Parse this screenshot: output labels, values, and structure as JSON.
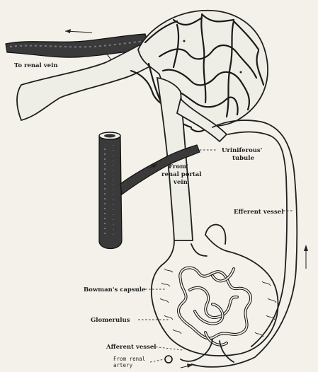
{
  "labels": {
    "to_renal_vein": "To renal vein",
    "uriniferous_tubule_1": "Uriniferous'",
    "uriniferous_tubule_2": "tubule",
    "from_renal_portal_1": "From'",
    "from_renal_portal_2": "renal portal",
    "from_renal_portal_3": "vein",
    "efferent_vessel": "Efferent vessel",
    "bowmans_capsule": "Bowman's capsule",
    "glomerulus": "Glomerulus",
    "afferent_vessel": "Afferent vessel",
    "from_renal_artery_1": "From renal",
    "from_renal_artery_2": "artery"
  },
  "colors": {
    "background": "#f3f1e9",
    "ink": "#1e1e1e",
    "dark_vessel": "#3a3a3a"
  }
}
